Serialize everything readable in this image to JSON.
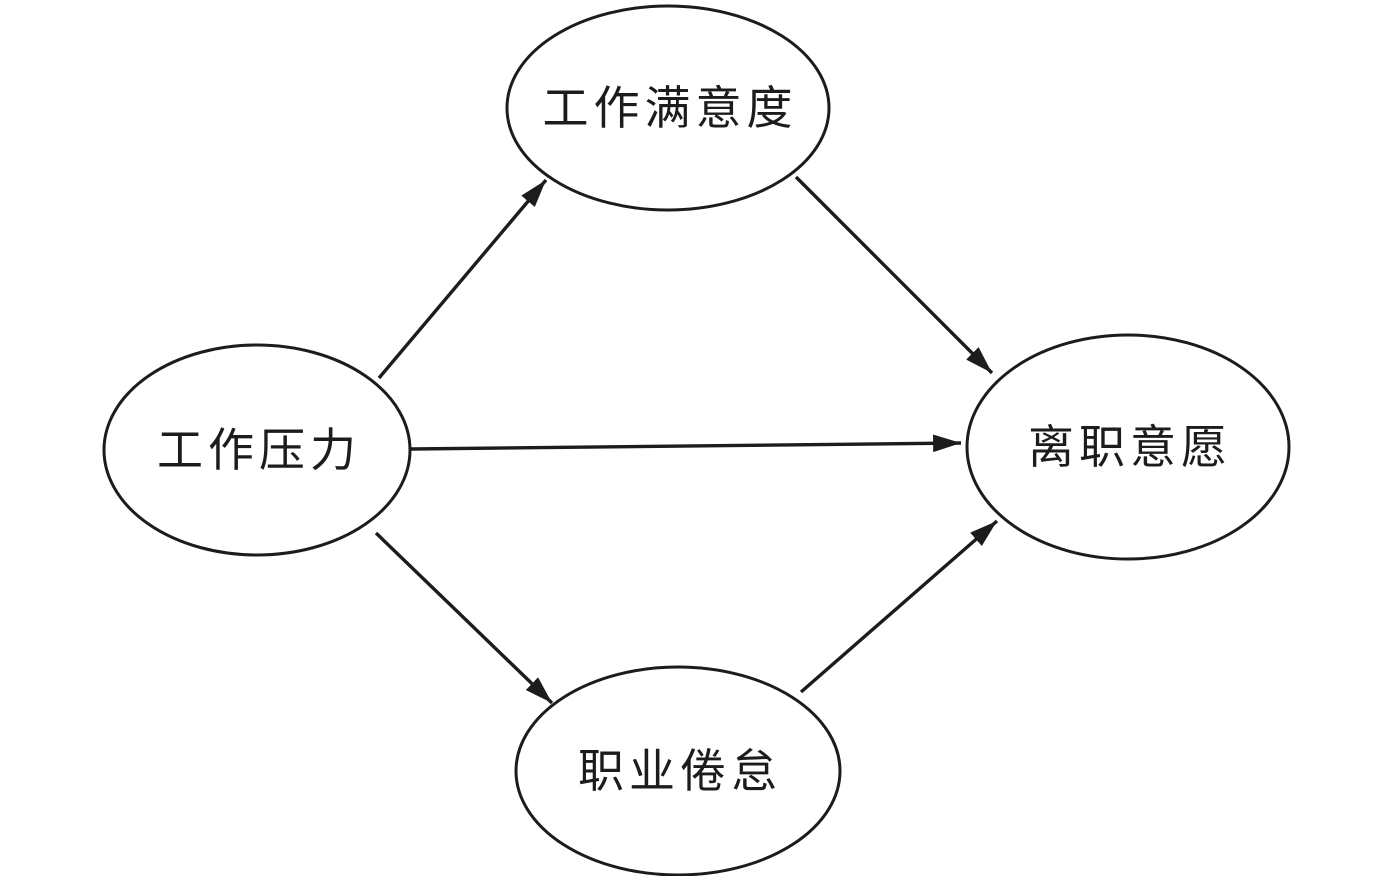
{
  "diagram": {
    "type": "path-model",
    "description": "Structural path model with four latent variables in ellipses connected by directed arrows",
    "colors": {
      "stroke": "#1c1c1c",
      "node_fill": "#ffffff",
      "background": "#ffffff"
    },
    "nodes": [
      {
        "id": "job-stress",
        "label": "工作压力"
      },
      {
        "id": "job-satisfaction",
        "label": "工作满意度"
      },
      {
        "id": "turnover-intention",
        "label": "离职意愿"
      },
      {
        "id": "job-burnout",
        "label": "职业倦怠"
      }
    ],
    "edges": [
      {
        "from": "工作压力",
        "to": "工作满意度"
      },
      {
        "from": "工作压力",
        "to": "离职意愿"
      },
      {
        "from": "工作压力",
        "to": "职业倦怠"
      },
      {
        "from": "工作满意度",
        "to": "离职意愿"
      },
      {
        "from": "职业倦怠",
        "to": "离职意愿"
      }
    ]
  }
}
